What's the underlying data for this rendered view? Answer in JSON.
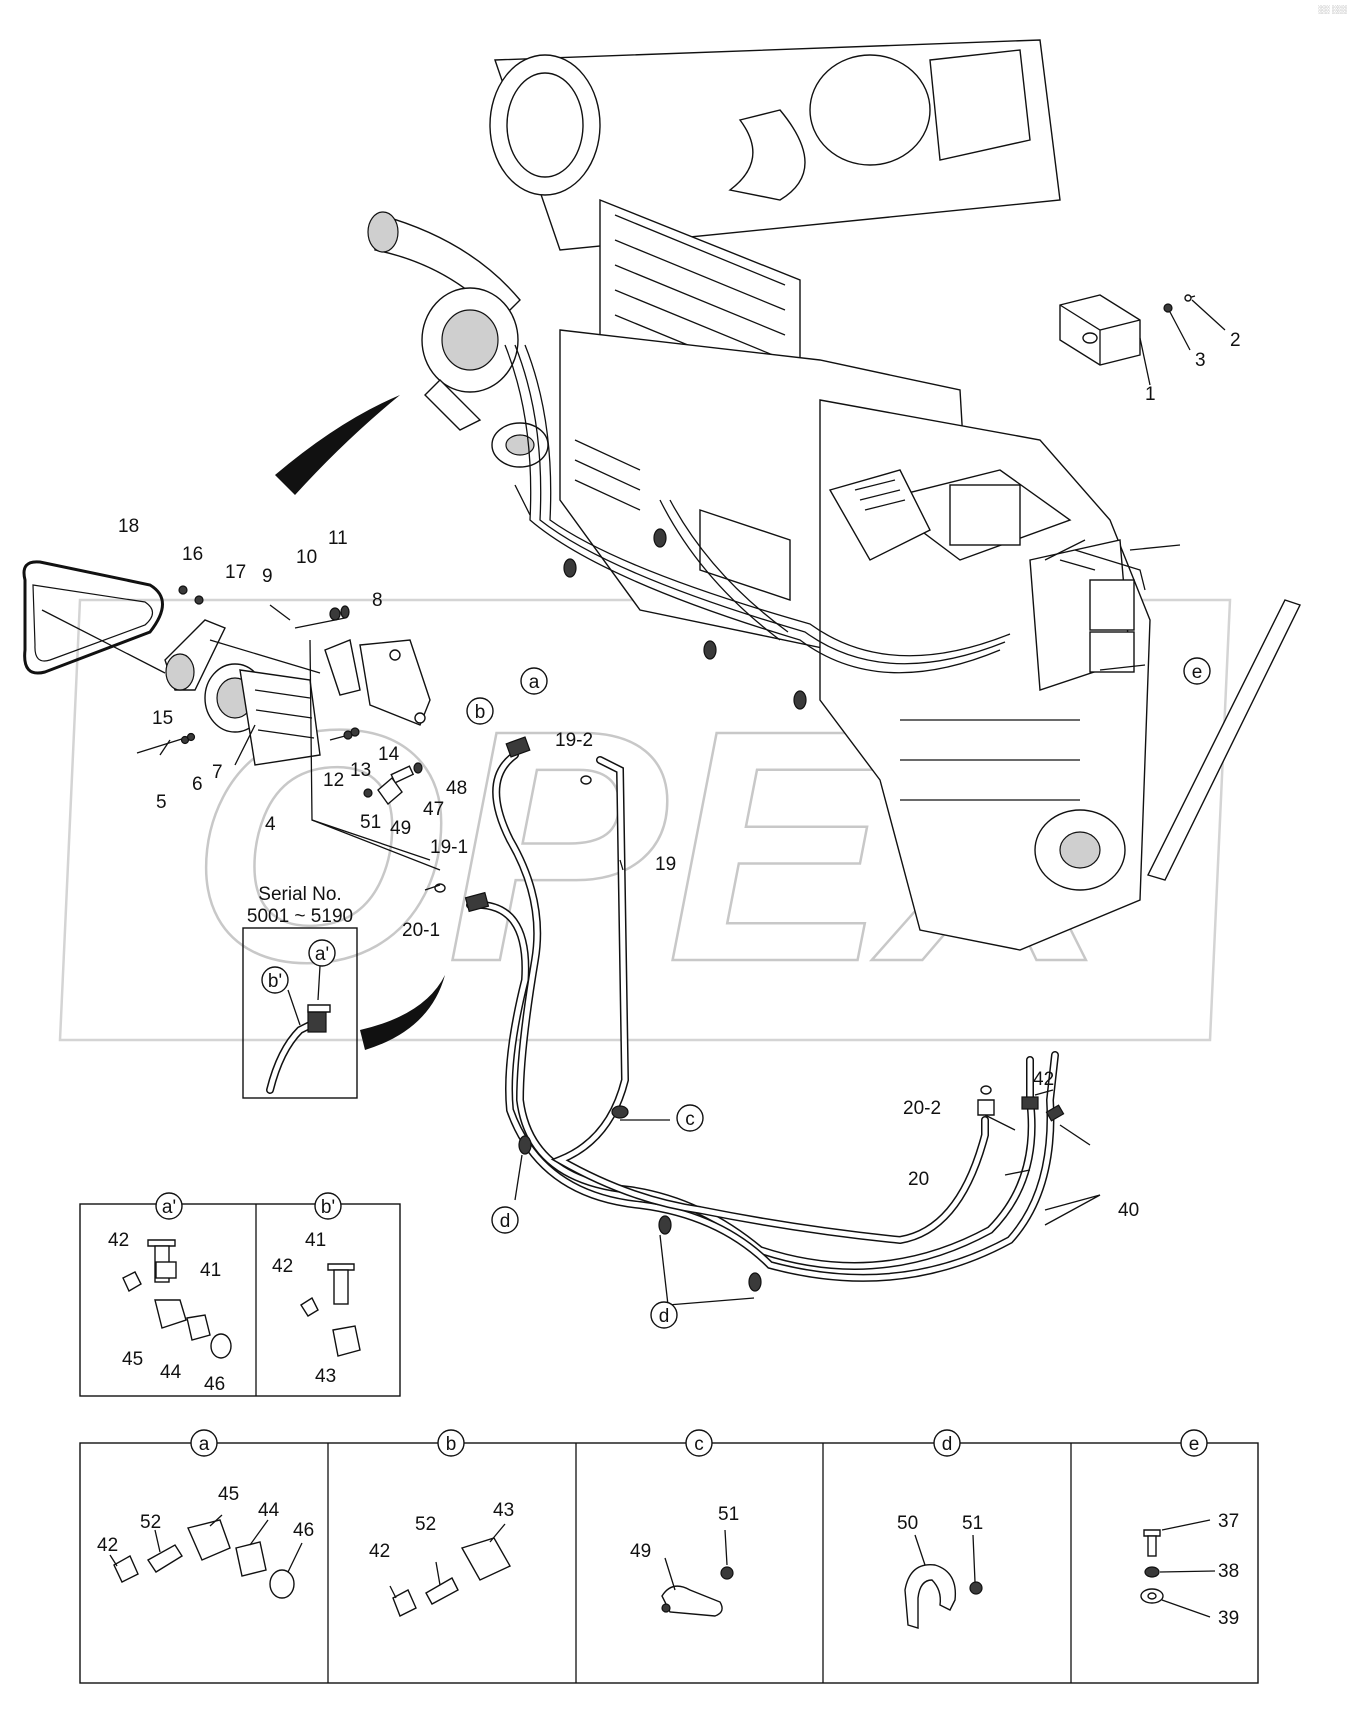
{
  "watermark": "OPEX",
  "corner_mark": "░░ ░░░",
  "serial_note": {
    "line1": "Serial No.",
    "line2": "5001 ~ 5190"
  },
  "callouts": {
    "l1": "1",
    "l2": "2",
    "l3": "3",
    "l4": "4",
    "l5": "5",
    "l6": "6",
    "l7": "7",
    "l8": "8",
    "l9": "9",
    "l10": "10",
    "l11": "11",
    "l12": "12",
    "l13": "13",
    "l14": "14",
    "l15": "15",
    "l16": "16",
    "l17": "17",
    "l18": "18",
    "l19": "19",
    "l19_1": "19-1",
    "l19_2": "19-2",
    "l20": "20",
    "l20_1": "20-1",
    "l20_2": "20-2",
    "l40": "40",
    "l42": "42",
    "l47": "47",
    "l48": "48",
    "l49": "49",
    "l51": "51"
  },
  "reference_markers": {
    "a": "a",
    "b": "b",
    "c": "c",
    "d": "d",
    "e": "e",
    "a_prime": "a'",
    "b_prime": "b'"
  },
  "detail_prime": {
    "a_prime": {
      "tag": "a'",
      "labels": [
        "42",
        "41",
        "45",
        "44",
        "46"
      ]
    },
    "b_prime": {
      "tag": "b'",
      "labels": [
        "41",
        "42",
        "43"
      ]
    }
  },
  "detail_row": [
    {
      "tag": "a",
      "labels": [
        "42",
        "52",
        "45",
        "44",
        "46"
      ]
    },
    {
      "tag": "b",
      "labels": [
        "42",
        "52",
        "43"
      ]
    },
    {
      "tag": "c",
      "labels": [
        "49",
        "51"
      ]
    },
    {
      "tag": "d",
      "labels": [
        "50",
        "51"
      ]
    },
    {
      "tag": "e",
      "labels": [
        "37",
        "38",
        "39"
      ]
    }
  ]
}
